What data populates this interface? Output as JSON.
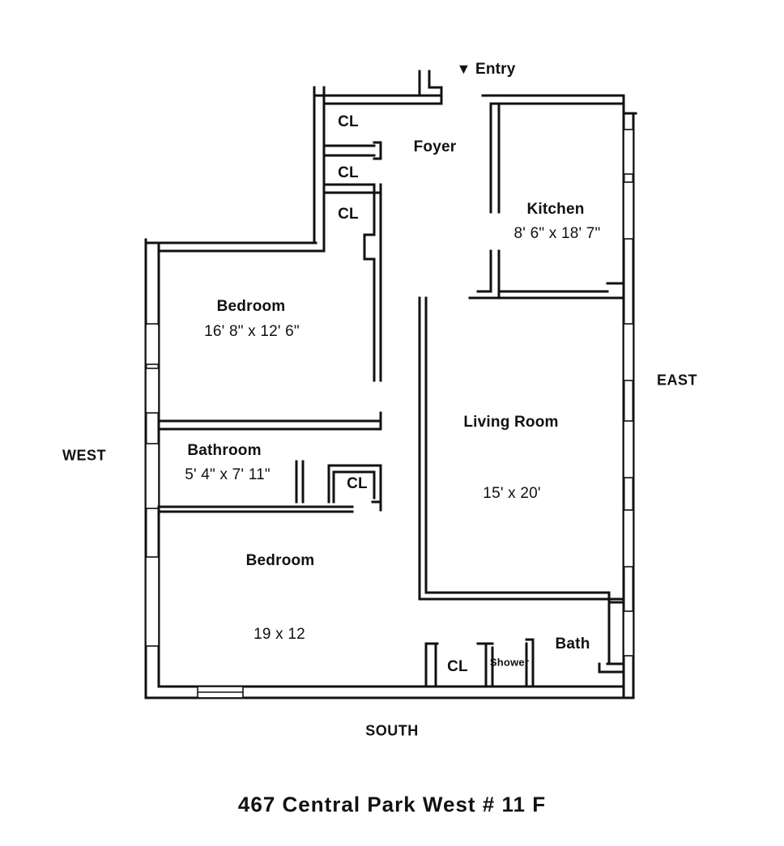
{
  "title": "467 Central Park West # 11 F",
  "entry": {
    "label": "Entry",
    "icon": "entry-arrow-icon"
  },
  "compass": {
    "east": "EAST",
    "west": "WEST",
    "south": "SOUTH"
  },
  "rooms": {
    "foyer": {
      "name": "Foyer"
    },
    "kitchen": {
      "name": "Kitchen",
      "size": "8' 6\" x 18' 7\""
    },
    "bedroom_north": {
      "name": "Bedroom",
      "size": "16' 8\" x 12' 6\""
    },
    "living_room": {
      "name": "Living Room",
      "size": "15' x 20'"
    },
    "bathroom": {
      "name": "Bathroom",
      "size": "5' 4\" x 7' 11\""
    },
    "bedroom_south": {
      "name": "Bedroom",
      "size": "19 x 12"
    },
    "bath": {
      "name": "Bath"
    },
    "shower": {
      "name": "Shower"
    }
  },
  "closets": {
    "label": "CL"
  }
}
